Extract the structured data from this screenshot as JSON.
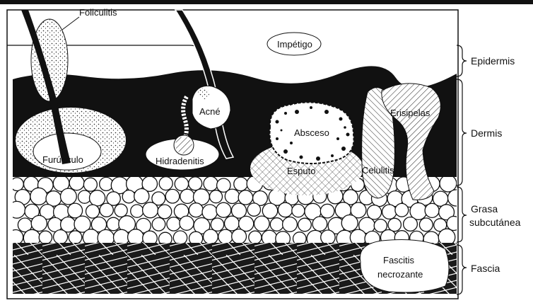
{
  "labels": {
    "foliculitis": "Foliculitis",
    "impetigo": "Impétigo",
    "acne": "Acné",
    "hidradenitis": "Hidradenitis",
    "absceso": "Absceso",
    "esputo": "Esputo",
    "erisipelas": "Erisipelas",
    "celulitis": "Celulitis",
    "furunculo": "Furúnculo",
    "fascitis_line1": "Fascitis",
    "fascitis_line2": "necrozante"
  },
  "layers": {
    "epidermis": "Epidermis",
    "dermis": "Dermis",
    "grasa_line1": "Grasa",
    "grasa_line2": "subcutánea",
    "fascia": "Fascia"
  }
}
